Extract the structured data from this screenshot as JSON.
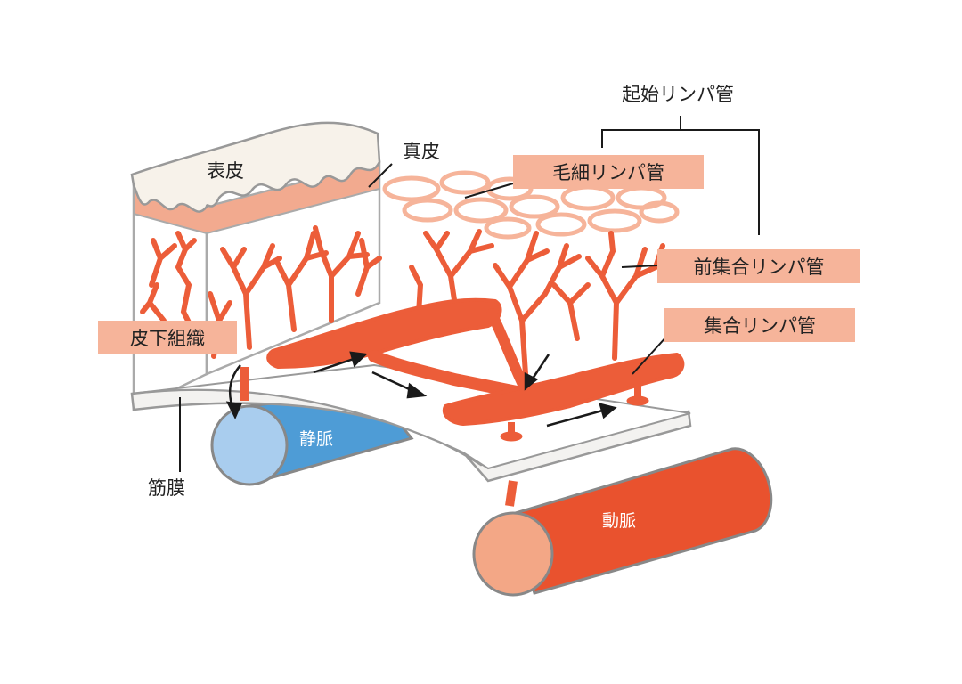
{
  "labels": {
    "epidermis": "表皮",
    "dermis": "真皮",
    "subcutaneous": "皮下組織",
    "fascia": "筋膜",
    "initial_lymph": "起始リンパ管",
    "capillary_lymph": "毛細リンパ管",
    "precollector_lymph": "前集合リンパ管",
    "collecting_lymph": "集合リンパ管",
    "vein": "静脈",
    "artery": "動脈"
  },
  "colors": {
    "lymph": "#ec5d39",
    "label_box": "#f6b49a",
    "vein_body": "#4e9cd6",
    "vein_end": "#a9cdee",
    "artery_body": "#e9522e",
    "artery_end": "#f3a786",
    "dermis_band": "#f2aa8f",
    "epidermis": "#f7f2ea"
  }
}
